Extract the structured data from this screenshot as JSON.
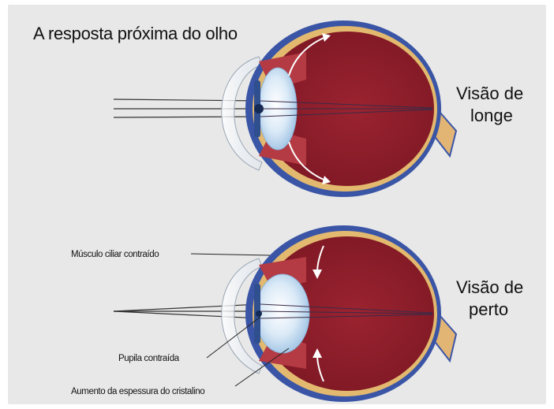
{
  "title": "A resposta próxima do olho",
  "top_eye": {
    "caption_line1": "Visão de",
    "caption_line2": "longe"
  },
  "bottom_eye": {
    "caption_line1": "Visão de",
    "caption_line2": "perto",
    "labels": {
      "ciliary": "Músculo ciliar contraído",
      "pupil": "Pupila contraída",
      "lens": "Aumento da espessura do cristalino"
    }
  },
  "colors": {
    "background": "#e8e8e8",
    "sclera": "#3b55a6",
    "choroid": "#e2b96e",
    "retina": "#8e1f2c",
    "lens": "#cfe3f4",
    "optic_nerve": "#e2b575"
  }
}
